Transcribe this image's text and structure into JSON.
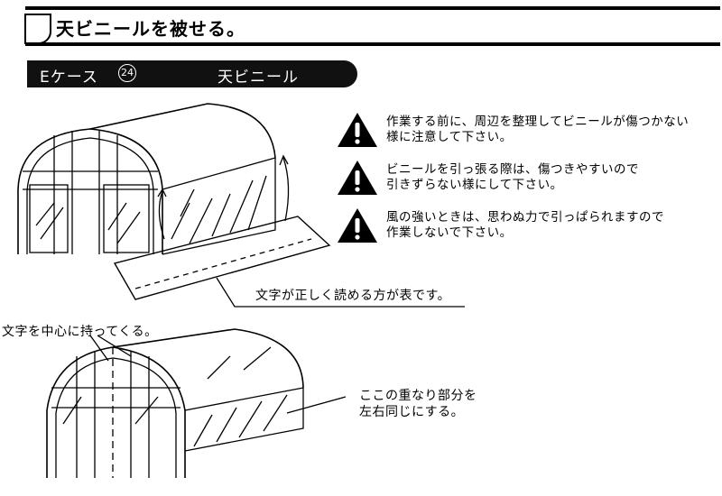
{
  "step": {
    "title": "天ビニールを被せる。"
  },
  "case_bar": {
    "case_label": "Eケース",
    "case_number": "24",
    "item_label": "天ビニール"
  },
  "warnings": [
    {
      "icon": "warning-triangle-icon",
      "text": "作業する前に、周辺を整理してビニールが傷つかない\n様に注意して下さい。"
    },
    {
      "icon": "warning-triangle-icon",
      "text": "ビニールを引っ張る際は、傷つきやすいので\n引きずらない様にして下さい。"
    },
    {
      "icon": "warning-triangle-icon",
      "text": "風の強いときは、思わぬ力で引っぱられますので\n作業しないで下さい。"
    }
  ],
  "diagram1": {
    "callout": "文字が正しく読める方が表です。"
  },
  "diagram2": {
    "callout_top": "文字を中心に持ってくる。",
    "callout_right": "ここの重なり部分を\n左右同じにする。"
  },
  "colors": {
    "ink": "#000000",
    "paper": "#ffffff"
  }
}
